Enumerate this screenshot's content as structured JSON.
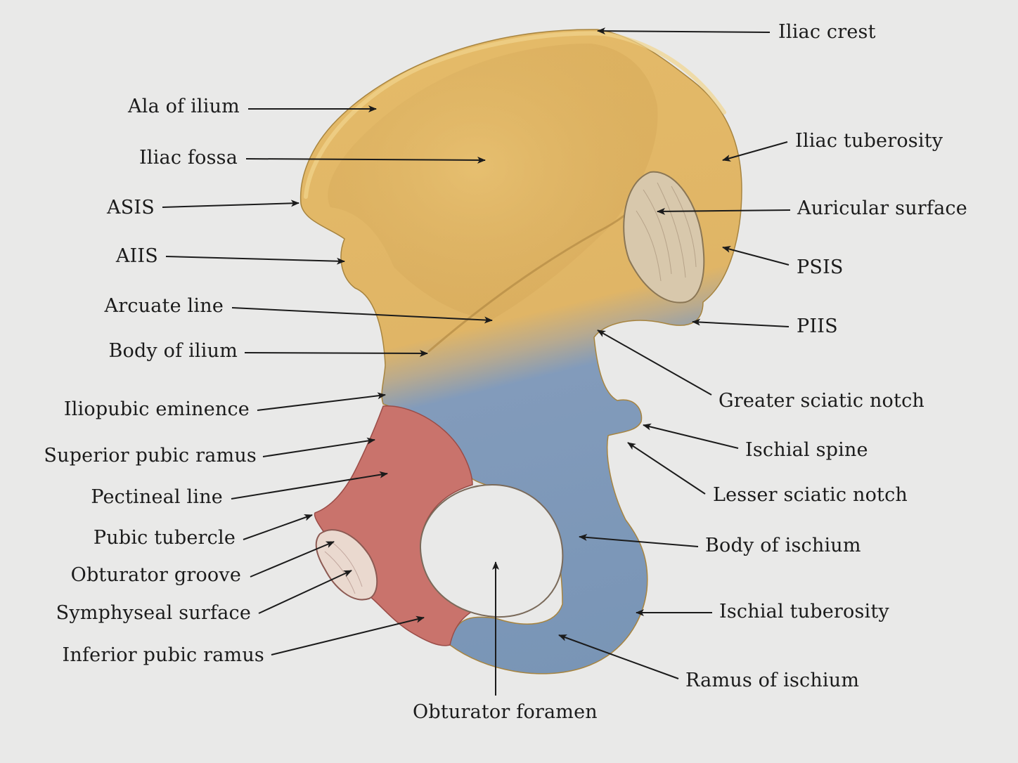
{
  "labels": {
    "iliac_crest": "Iliac crest",
    "ala_of_ilium": "Ala of ilium",
    "iliac_tuberosity": "Iliac tuberosity",
    "iliac_fossa": "Iliac fossa",
    "auricular_surface": "Auricular surface",
    "asis": "ASIS",
    "aiis": "AIIS",
    "psis": "PSIS",
    "arcuate_line": "Arcuate line",
    "piis": "PIIS",
    "body_of_ilium": "Body of ilium",
    "greater_sciatic_notch": "Greater sciatic notch",
    "iliopubic_eminence": "Iliopubic eminence",
    "ischial_spine": "Ischial spine",
    "superior_pubic_ramus": "Superior pubic ramus",
    "lesser_sciatic_notch": "Lesser sciatic notch",
    "pectineal_line": "Pectineal line",
    "body_of_ischium": "Body of  ischium",
    "pubic_tubercle": "Pubic tubercle",
    "obturator_groove": "Obturator groove",
    "ischial_tuberosity": "Ischial tuberosity",
    "symphyseal_surface": "Symphyseal surface",
    "inferior_pubic_ramus": "Inferior pubic ramus",
    "ramus_of_ischium": "Ramus of ischium",
    "obturator_foramen": "Obturator foramen"
  },
  "colors": {
    "background": "#e9e9e8",
    "ilium": "#e2b868",
    "ischium": "#7f9abb",
    "pubis": "#c9736c",
    "auricular": "#d8c8ac",
    "text": "#1b1b1b"
  }
}
